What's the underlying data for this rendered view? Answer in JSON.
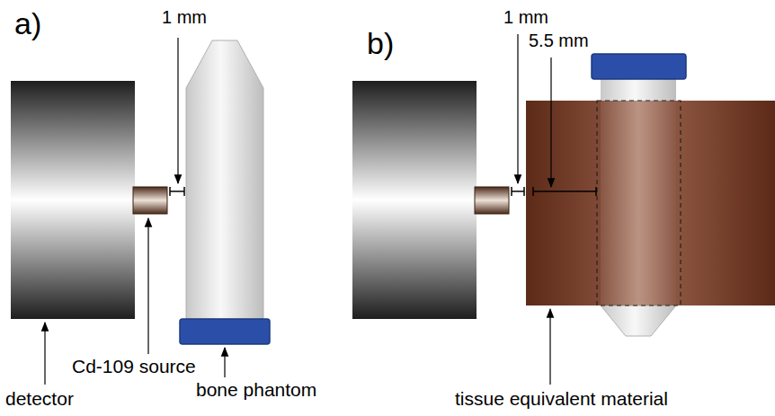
{
  "diagram": {
    "labels": [
      "a)",
      "1 mm",
      "detector",
      "Cd-109 source",
      "bone phantom",
      "b)",
      "1 mm",
      "5.5 mm",
      "tissue equivalent material"
    ]
  }
}
